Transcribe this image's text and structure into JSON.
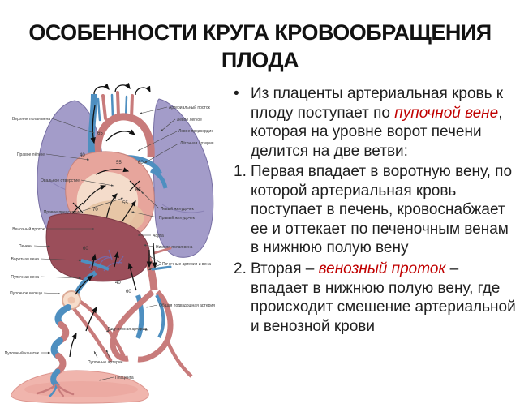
{
  "title": "ОСОБЕННОСТИ КРУГА КРОВООБРАЩЕНИЯ ПЛОДА",
  "colors": {
    "accent_red": "#C00000",
    "vein_blue": "#4E8FC0",
    "artery_red": "#C87B7B",
    "lung_purple": "#A39CC9",
    "liver_red": "#9B4E5A",
    "placenta_pink": "#F0B5AD"
  },
  "content": {
    "items": [
      {
        "marker": "•",
        "segments": [
          {
            "text": "Из плаценты артериальная кровь к плоду поступает по "
          },
          {
            "text": "пупочной вене"
          },
          {
            "text": ", которая на уровне ворот печени делится на две ветви:"
          }
        ]
      },
      {
        "marker": "1.",
        "segments": [
          {
            "text": "Первая впадает в воротную вену, по которой артериальная кровь поступает в печень, кровоснабжает ее и оттекает по печеночным венам в нижнюю полую вену"
          }
        ]
      },
      {
        "marker": "2.",
        "segments": [
          {
            "text": "Вторая – "
          },
          {
            "text": "венозный проток"
          },
          {
            "text": " – впадает в нижнюю полую вену, где происходит смешение артериальной и венозной крови"
          }
        ]
      }
    ]
  },
  "diagram": {
    "labels": [
      {
        "text": "Верхняя полая вена"
      },
      {
        "text": "Правое лёгкое"
      },
      {
        "text": "Овальное отверстие"
      },
      {
        "text": "Правое предсердие"
      },
      {
        "text": "Венозный проток"
      },
      {
        "text": "Печень"
      },
      {
        "text": "Воротная вена"
      },
      {
        "text": "Пупочная вена"
      },
      {
        "text": "Пупочное кольцо"
      },
      {
        "text": "Пупочный канатик"
      },
      {
        "text": "Артериальный проток"
      },
      {
        "text": "Левое лёгкое"
      },
      {
        "text": "Левое предсердие"
      },
      {
        "text": "Лёгочная артерия"
      },
      {
        "text": "Левый желудочек"
      },
      {
        "text": "Правый желудочек"
      },
      {
        "text": "Аорта"
      },
      {
        "text": "Нижняя полая вена"
      },
      {
        "text": "Почечные артерия и вена"
      },
      {
        "text": "Общая подвздошная артерия"
      },
      {
        "text": "Подчревная артерия"
      },
      {
        "text": "Пупочные артерии"
      },
      {
        "text": "Плацента"
      }
    ],
    "values": [
      "65",
      "40",
      "55",
      "60",
      "65",
      "55",
      "70",
      "60",
      "40",
      "60"
    ]
  }
}
